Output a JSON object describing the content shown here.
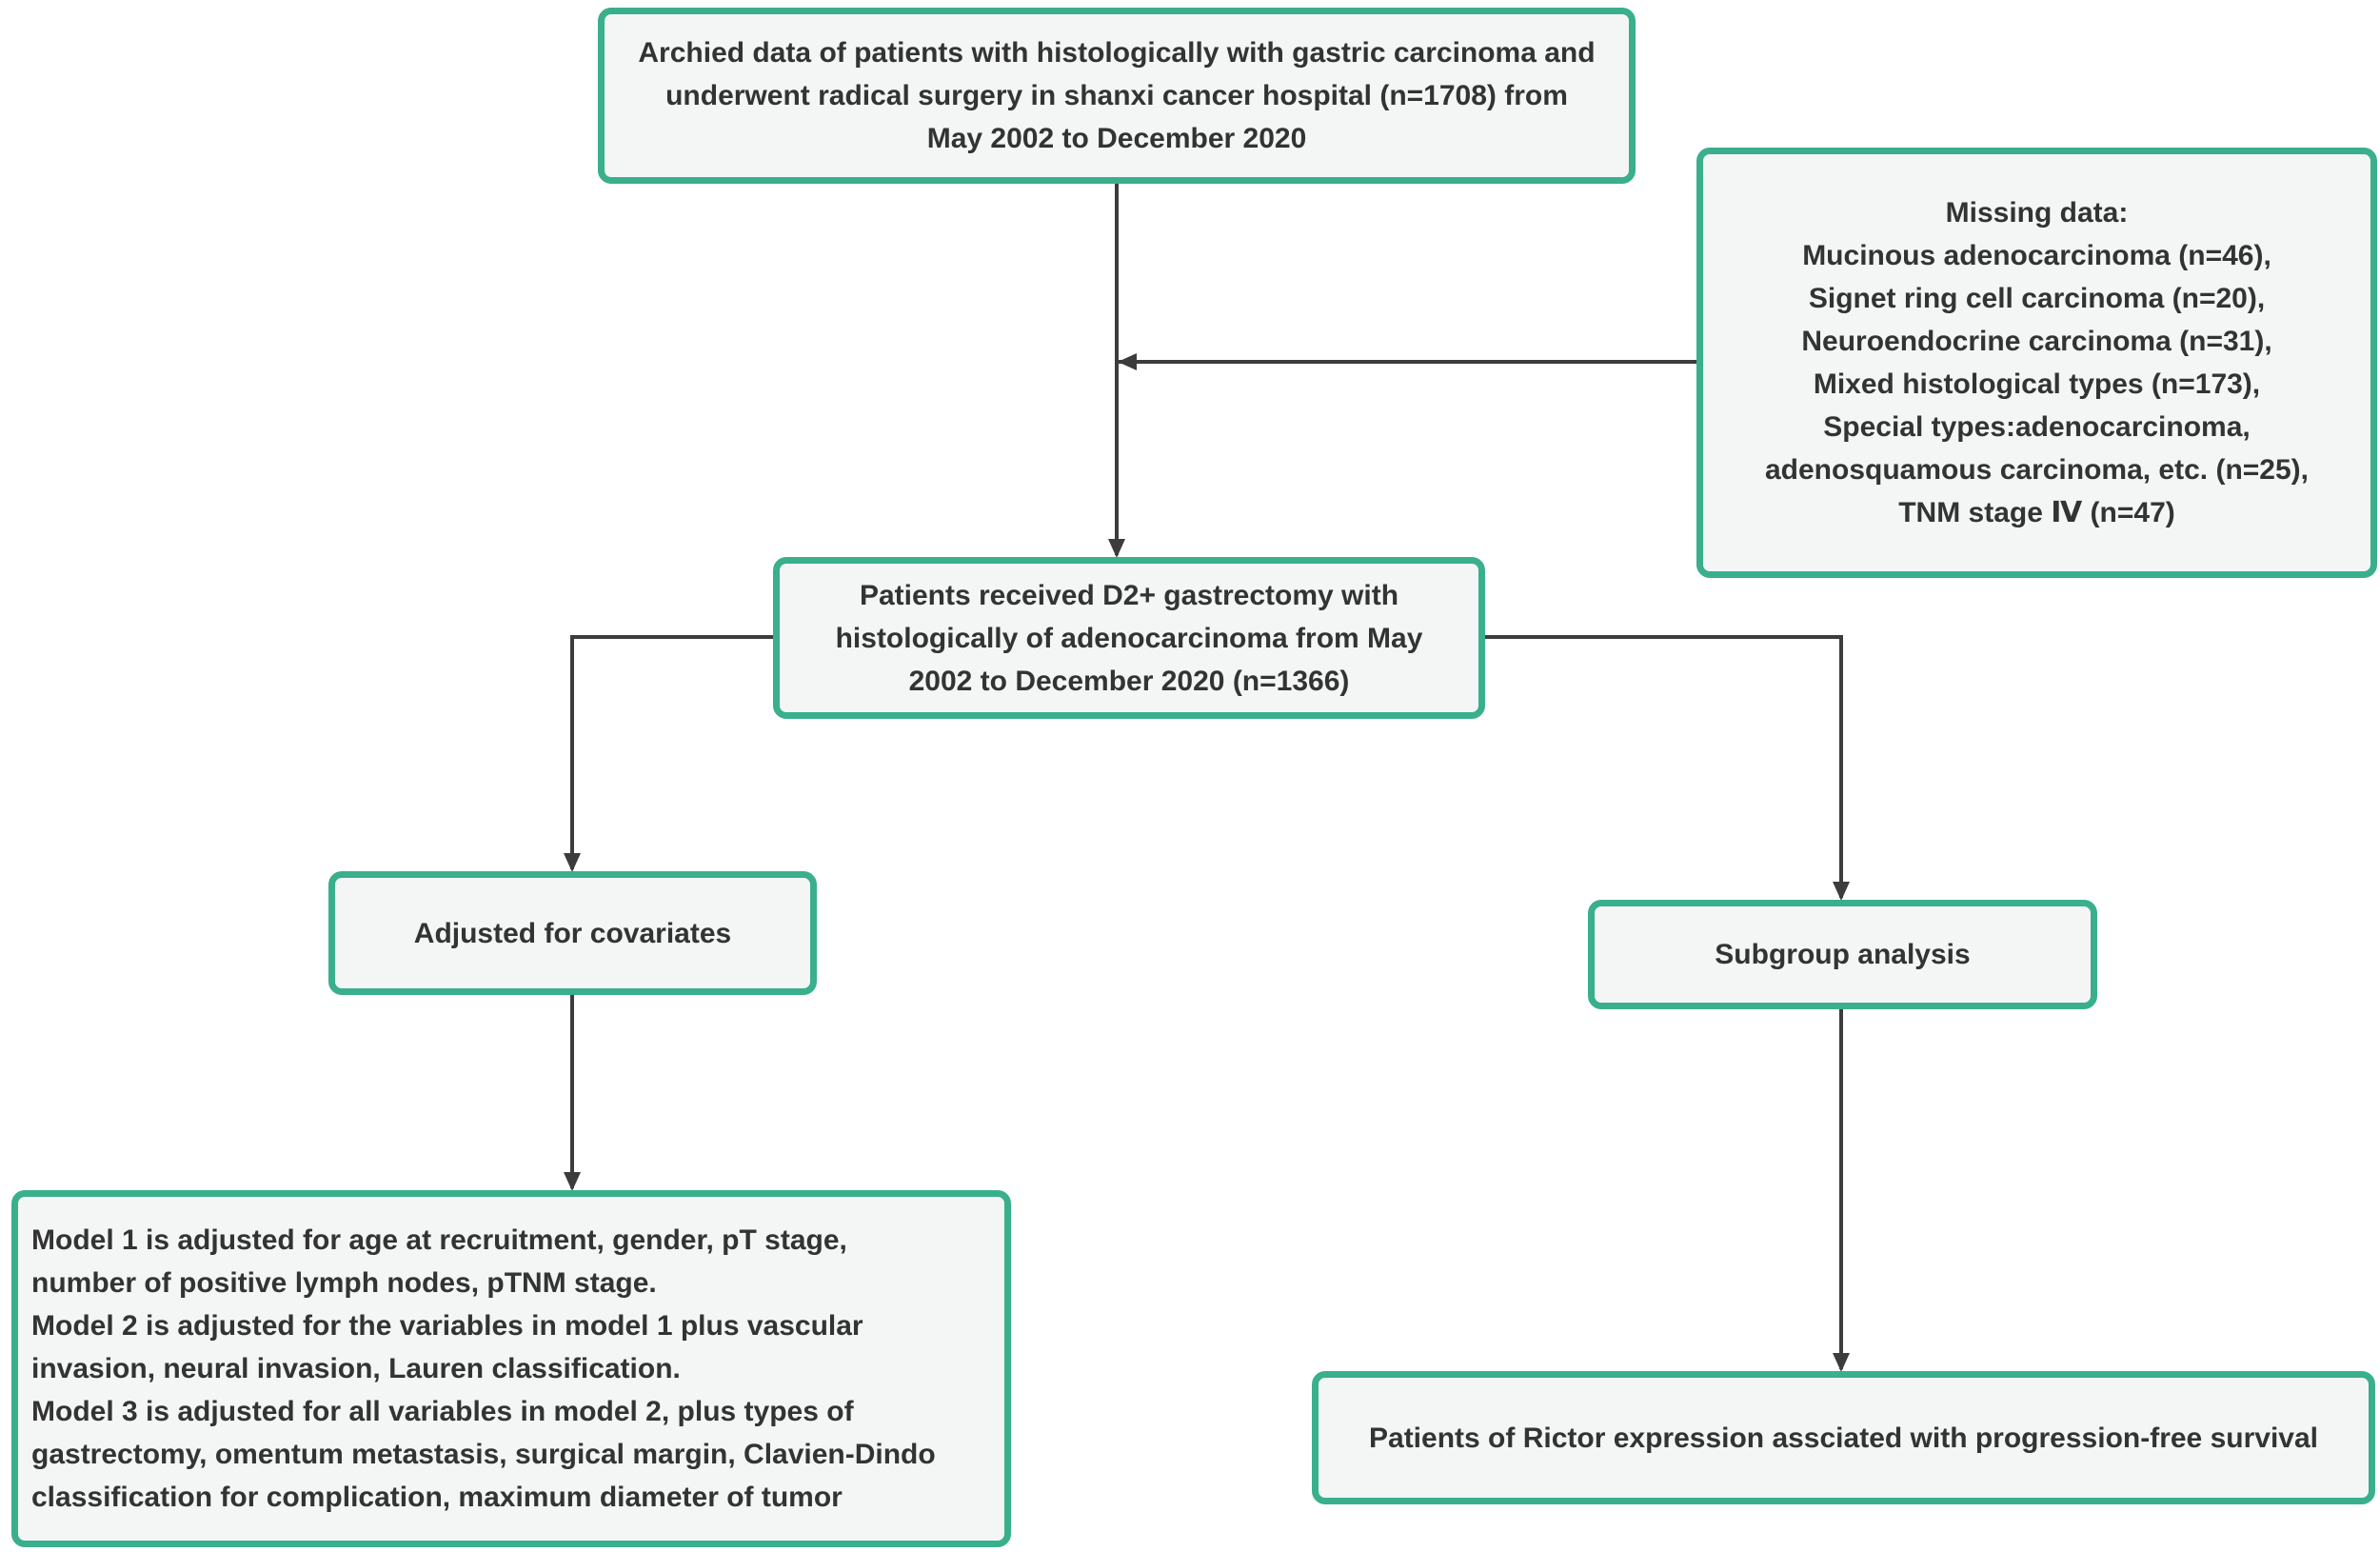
{
  "nodes": {
    "archived": {
      "lines": [
        "Archied data of patients with histologically with gastric carcinoma and",
        "underwent radical surgery in shanxi cancer hospital (n=1708) from",
        "May 2002 to December 2020"
      ]
    },
    "missing": {
      "lines": [
        "Missing data:",
        "Mucinous adenocarcinoma (n=46),",
        "Signet ring cell carcinoma (n=20),",
        "Neuroendocrine carcinoma (n=31),",
        "Mixed histological types (n=173),",
        "Special types:adenocarcinoma,",
        "adenosquamous carcinoma, etc. (n=25),",
        "TNM stage Ⅳ (n=47)"
      ]
    },
    "received": {
      "lines": [
        "Patients received D2+ gastrectomy with",
        "histologically of adenocarcinoma from May",
        "2002 to December 2020 (n=1366)"
      ]
    },
    "adjusted": {
      "lines": [
        "Adjusted for covariates"
      ]
    },
    "subgroup": {
      "lines": [
        "Subgroup analysis"
      ]
    },
    "models": {
      "lines": [
        "Model 1 is adjusted for age at recruitment, gender, pT stage,",
        "number of positive lymph nodes, pTNM stage.",
        "Model 2 is adjusted for the variables in model 1 plus vascular",
        "invasion, neural invasion, Lauren classification.",
        "Model 3 is adjusted for all variables in model 2, plus types of",
        "gastrectomy, omentum metastasis, surgical margin,  Clavien-Dindo",
        "classification for complication, maximum diameter of tumor"
      ]
    },
    "rictor": {
      "lines": [
        "Patients of Rictor expression assciated with progression-free survival"
      ]
    }
  },
  "colors": {
    "box_border": "#3aaf8c",
    "box_fill": "#f3f6f5",
    "text": "#333333",
    "connector": "#3c3c3c"
  }
}
